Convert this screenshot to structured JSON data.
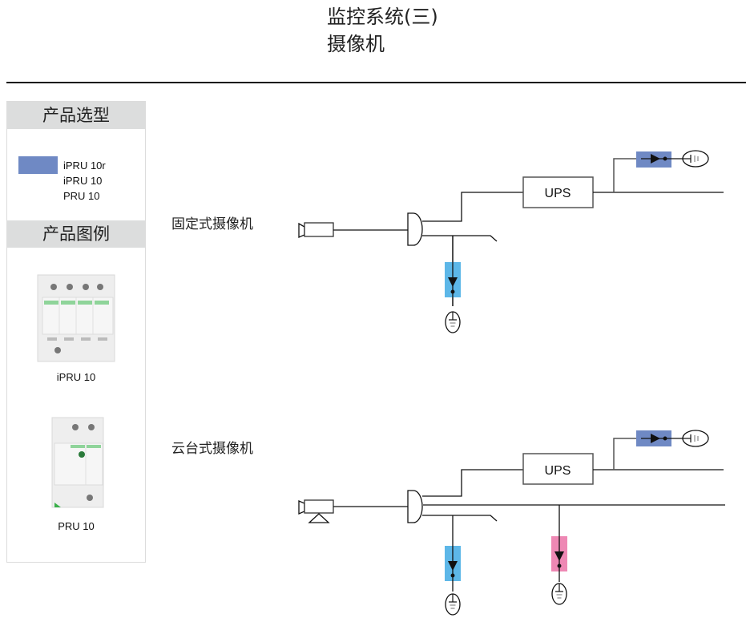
{
  "header": {
    "title_line1": "监控系统(三)",
    "title_line2": "摄像机"
  },
  "sidebar": {
    "selection_heading": "产品选型",
    "legend_color": "#6f89c4",
    "models": [
      "iPRU 10r",
      "iPRU 10",
      "PRU 10"
    ],
    "example_heading": "产品图例",
    "products": [
      {
        "caption": "iPRU 10",
        "image": "4-pole surge protector image"
      },
      {
        "caption": "PRU 10",
        "image": "2-pole surge protector image"
      }
    ]
  },
  "diagrams": [
    {
      "label": "固定式摄像机",
      "camera_icon": "fixed-camera-icon",
      "ups_label": "UPS",
      "spd_colors": {
        "power": "#6f89c4",
        "signal": "#5db7e8"
      }
    },
    {
      "label": "云台式摄像机",
      "camera_icon": "ptz-camera-icon",
      "ups_label": "UPS",
      "spd_colors": {
        "power": "#6f89c4",
        "signal": "#5db7e8",
        "control": "#ee88b4"
      }
    }
  ]
}
